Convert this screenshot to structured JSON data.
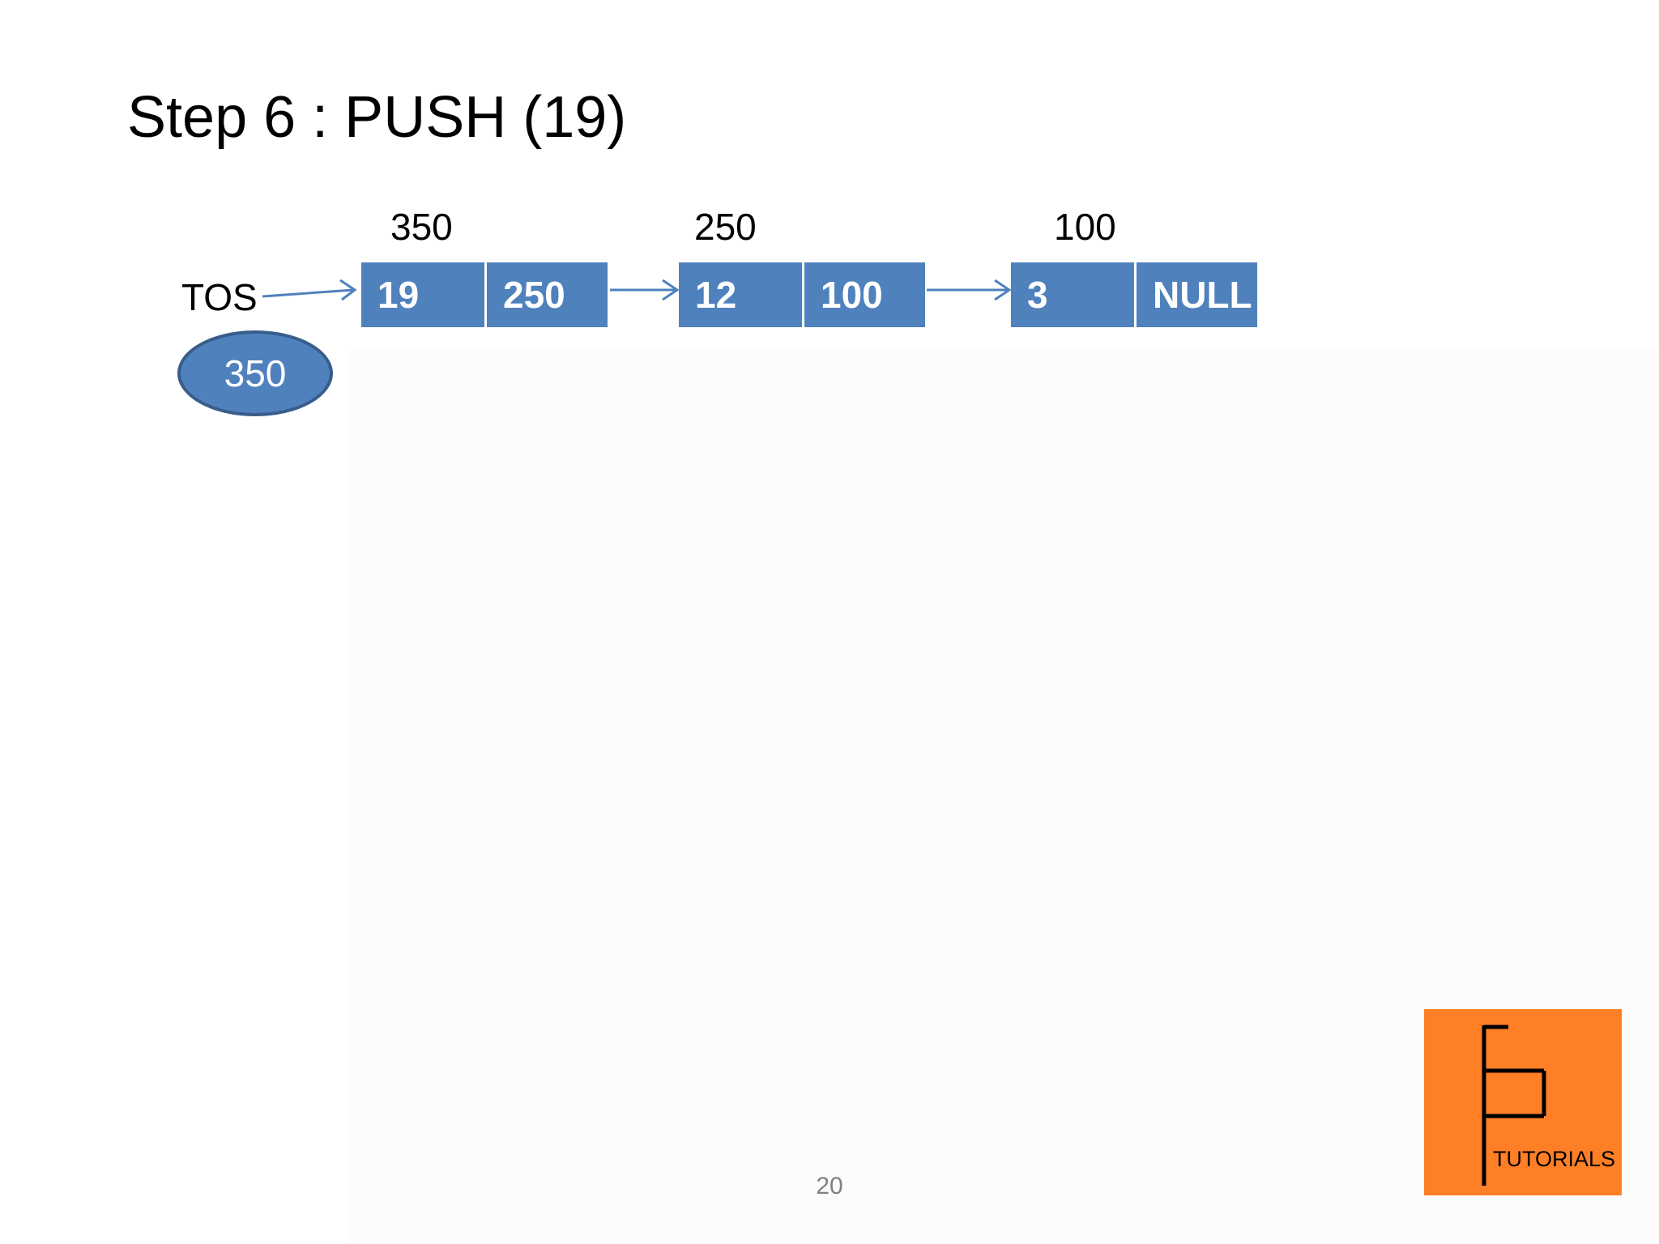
{
  "slide": {
    "title": "Step 6 : PUSH (19)",
    "page_number": "20"
  },
  "stack": {
    "tos_label": "TOS",
    "tos_value": "350",
    "nodes": [
      {
        "address": "350",
        "data": "19",
        "next": "250"
      },
      {
        "address": "250",
        "data": "12",
        "next": "100"
      },
      {
        "address": "100",
        "data": "3",
        "next": "NULL"
      }
    ]
  },
  "logo": {
    "text": "TUTORIALS"
  },
  "colors": {
    "node_fill": "#4f81bd",
    "oval_border": "#385d8a",
    "arrow": "#4f81bd",
    "logo_background": "#ff7f27"
  }
}
